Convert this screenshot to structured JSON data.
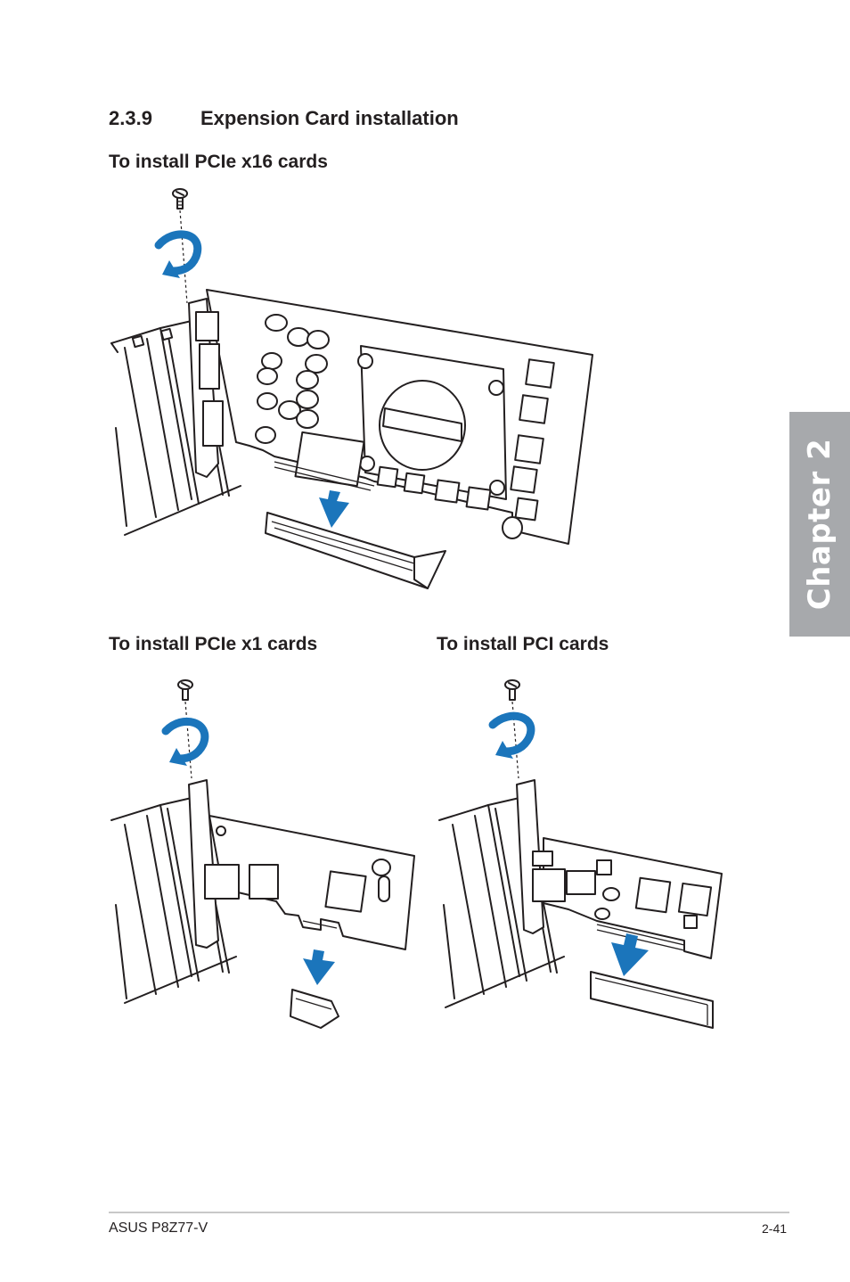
{
  "section": {
    "number": "2.3.9",
    "title": "Expension Card installation"
  },
  "subheadings": {
    "pcie_x16": "To install PCIe x16 cards",
    "pcie_x1": "To install PCIe x1 cards",
    "pci": "To install PCI cards"
  },
  "side_tab": {
    "label": "Chapter 2",
    "color": "#a7a9ac"
  },
  "footer": {
    "left": "ASUS P8Z77-V",
    "right": "2-41"
  },
  "colors": {
    "arrow": "#1b75bb",
    "line": "#231f20"
  },
  "icons": [
    "screw-icon",
    "rotate-arrow-icon",
    "down-arrow-icon"
  ]
}
